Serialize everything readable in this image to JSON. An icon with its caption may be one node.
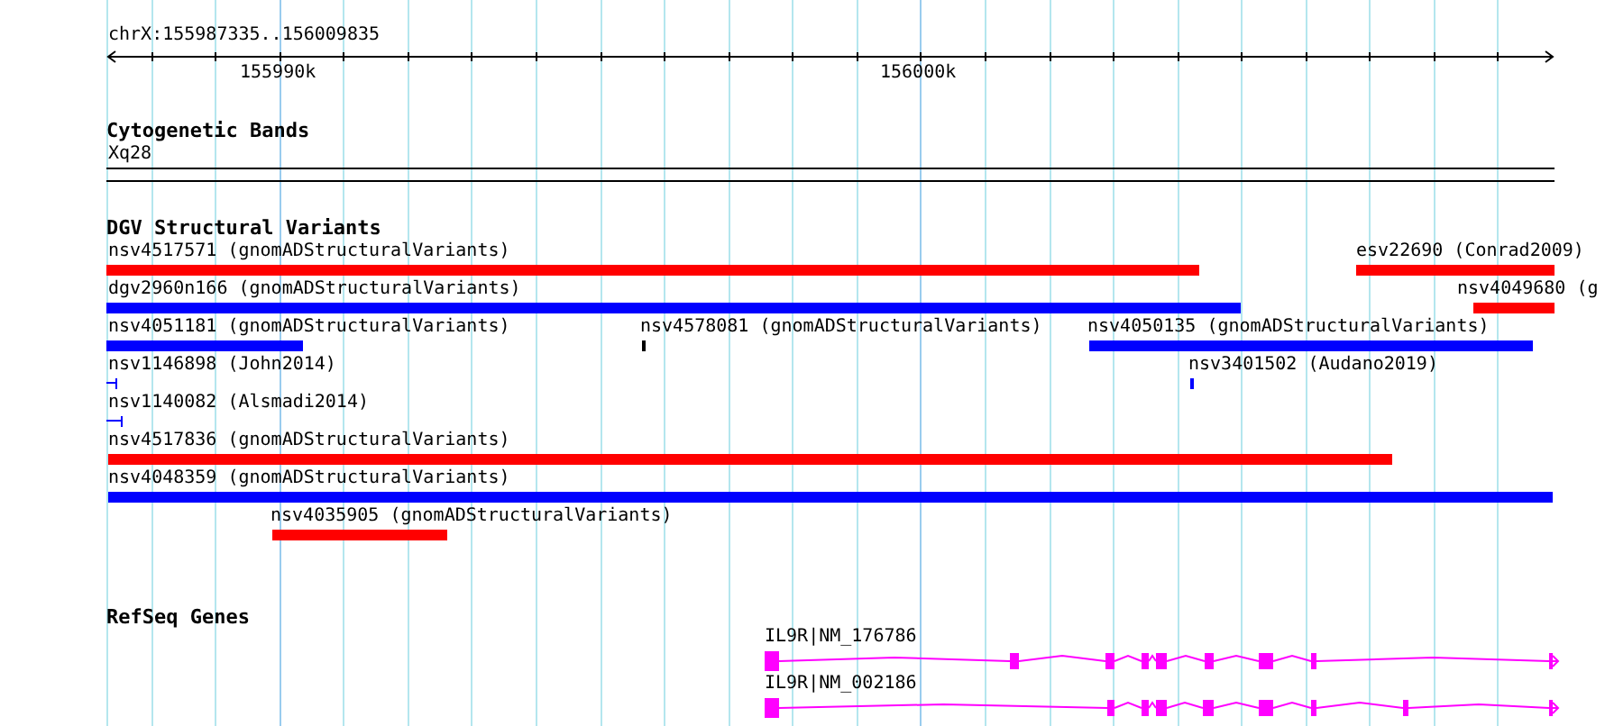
{
  "diagram": {
    "labels": [
      "chrX:155987335..156009835",
      "155990k",
      "156000k",
      "Cytogenetic Bands",
      "Xq28",
      "DGV Structural Variants",
      "nsv4517571 (gnomADStructuralVariants)",
      "esv22690 (Conrad2009)",
      "dgv2960n166 (gnomADStructuralVariants)",
      "nsv4049680 (g",
      "nsv4051181 (gnomADStructuralVariants)",
      "nsv4578081 (gnomADStructuralVariants)",
      "nsv4050135 (gnomADStructuralVariants)",
      "nsv1146898 (John2014)",
      "nsv3401502 (Audano2019)",
      "nsv1140082 (Alsmadi2014)",
      "nsv4517836 (gnomADStructuralVariants)",
      "nsv4048359 (gnomADStructuralVariants)",
      "nsv4035905 (gnomADStructuralVariants)",
      "RefSeq Genes",
      "IL9R|NM_176786",
      "IL9R|NM_002186"
    ]
  }
}
